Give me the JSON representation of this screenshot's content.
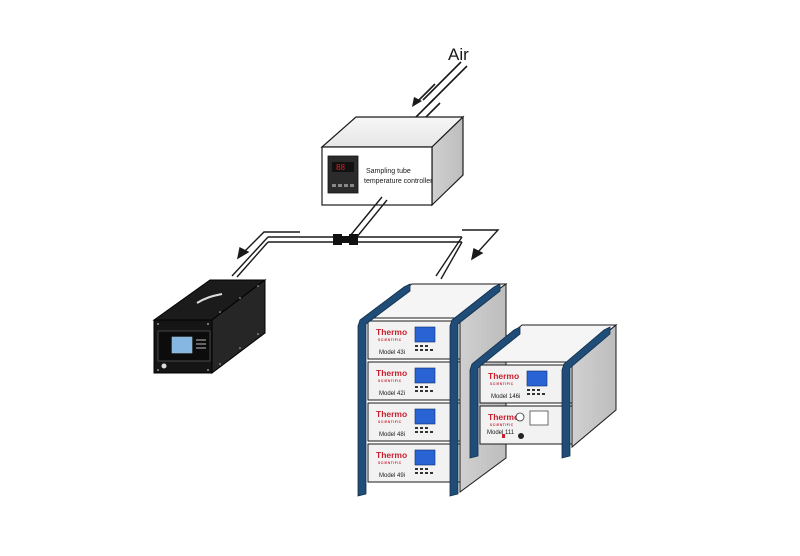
{
  "labels": {
    "air": "Air",
    "controller_line1": "Sampling tube",
    "controller_line2": "temperature controller"
  },
  "instruments": {
    "brand": "Thermo",
    "brand_sub": "SCIENTIFIC",
    "left_rack": [
      "Model 43i",
      "Model 42i",
      "Model 48i",
      "Model 49i"
    ],
    "right_rack": [
      "Model 146i",
      "Model 111"
    ]
  },
  "colors": {
    "stroke": "#1a1a1a",
    "rack_rail": "#1f4d78",
    "thermo_red": "#c8202f",
    "screen_blue": "#2a63d4",
    "controller_display": "#d02020",
    "panel": "#f2f2f2"
  }
}
